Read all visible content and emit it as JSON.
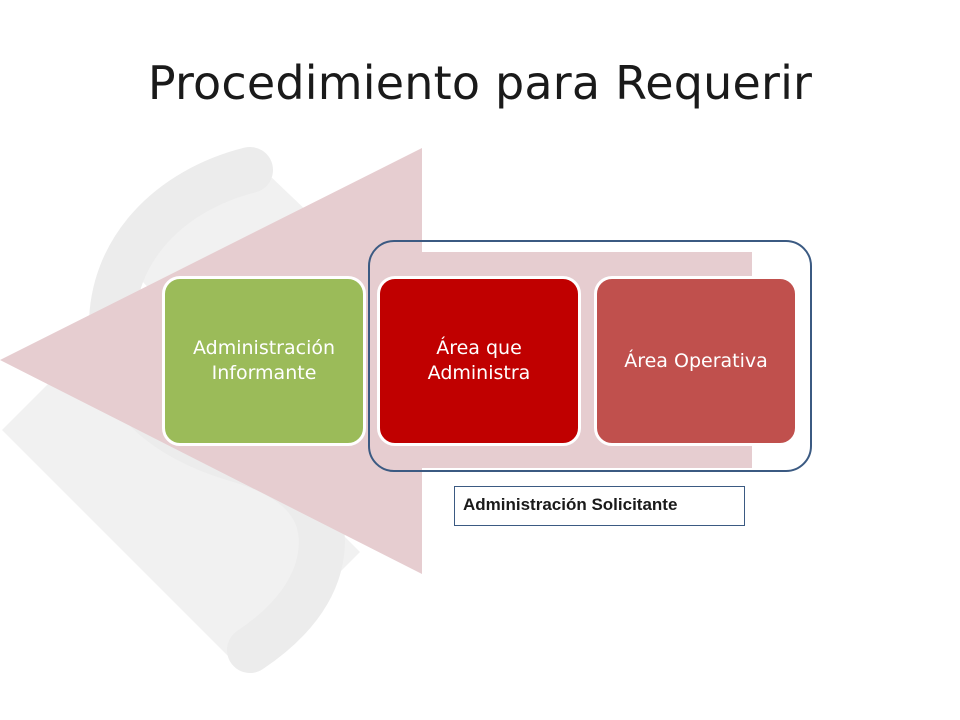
{
  "slide": {
    "title": "Procedimiento para Requerir"
  },
  "process": {
    "steps": [
      {
        "label": "Administración Informante",
        "color": "#9bbb59"
      },
      {
        "label": "Área que Administra",
        "color": "#c00000"
      },
      {
        "label": "Área Operativa",
        "color": "#c0504d"
      }
    ],
    "group_caption": "Administración Solicitante",
    "group_color": "#3b5a82",
    "arrow_color": "#e6cdd0"
  }
}
